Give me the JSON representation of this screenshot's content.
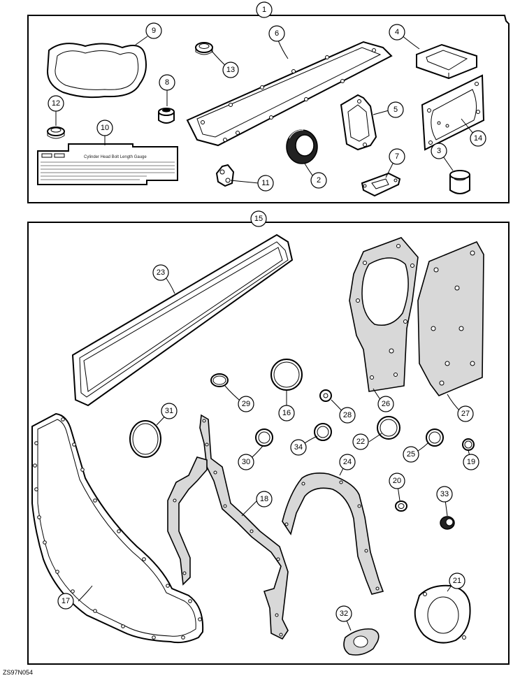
{
  "callouts": {
    "c1": "1",
    "c2": "2",
    "c3": "3",
    "c4": "4",
    "c5": "5",
    "c6": "6",
    "c7": "7",
    "c8": "8",
    "c9": "9",
    "c10": "10",
    "c11": "11",
    "c12": "12",
    "c13": "13",
    "c14": "14",
    "c15": "15",
    "c16": "16",
    "c17": "17",
    "c18": "18",
    "c19": "19",
    "c20": "20",
    "c21": "21",
    "c22": "22",
    "c23": "23",
    "c24": "24",
    "c25": "25",
    "c26": "26",
    "c27": "27",
    "c28": "28",
    "c29": "29",
    "c30": "30",
    "c31": "31",
    "c32": "32",
    "c33": "33",
    "c34": "34"
  },
  "gauge": {
    "title": "Cylinder Head Bolt Length Gauge"
  },
  "figure_code": "ZS97N054"
}
